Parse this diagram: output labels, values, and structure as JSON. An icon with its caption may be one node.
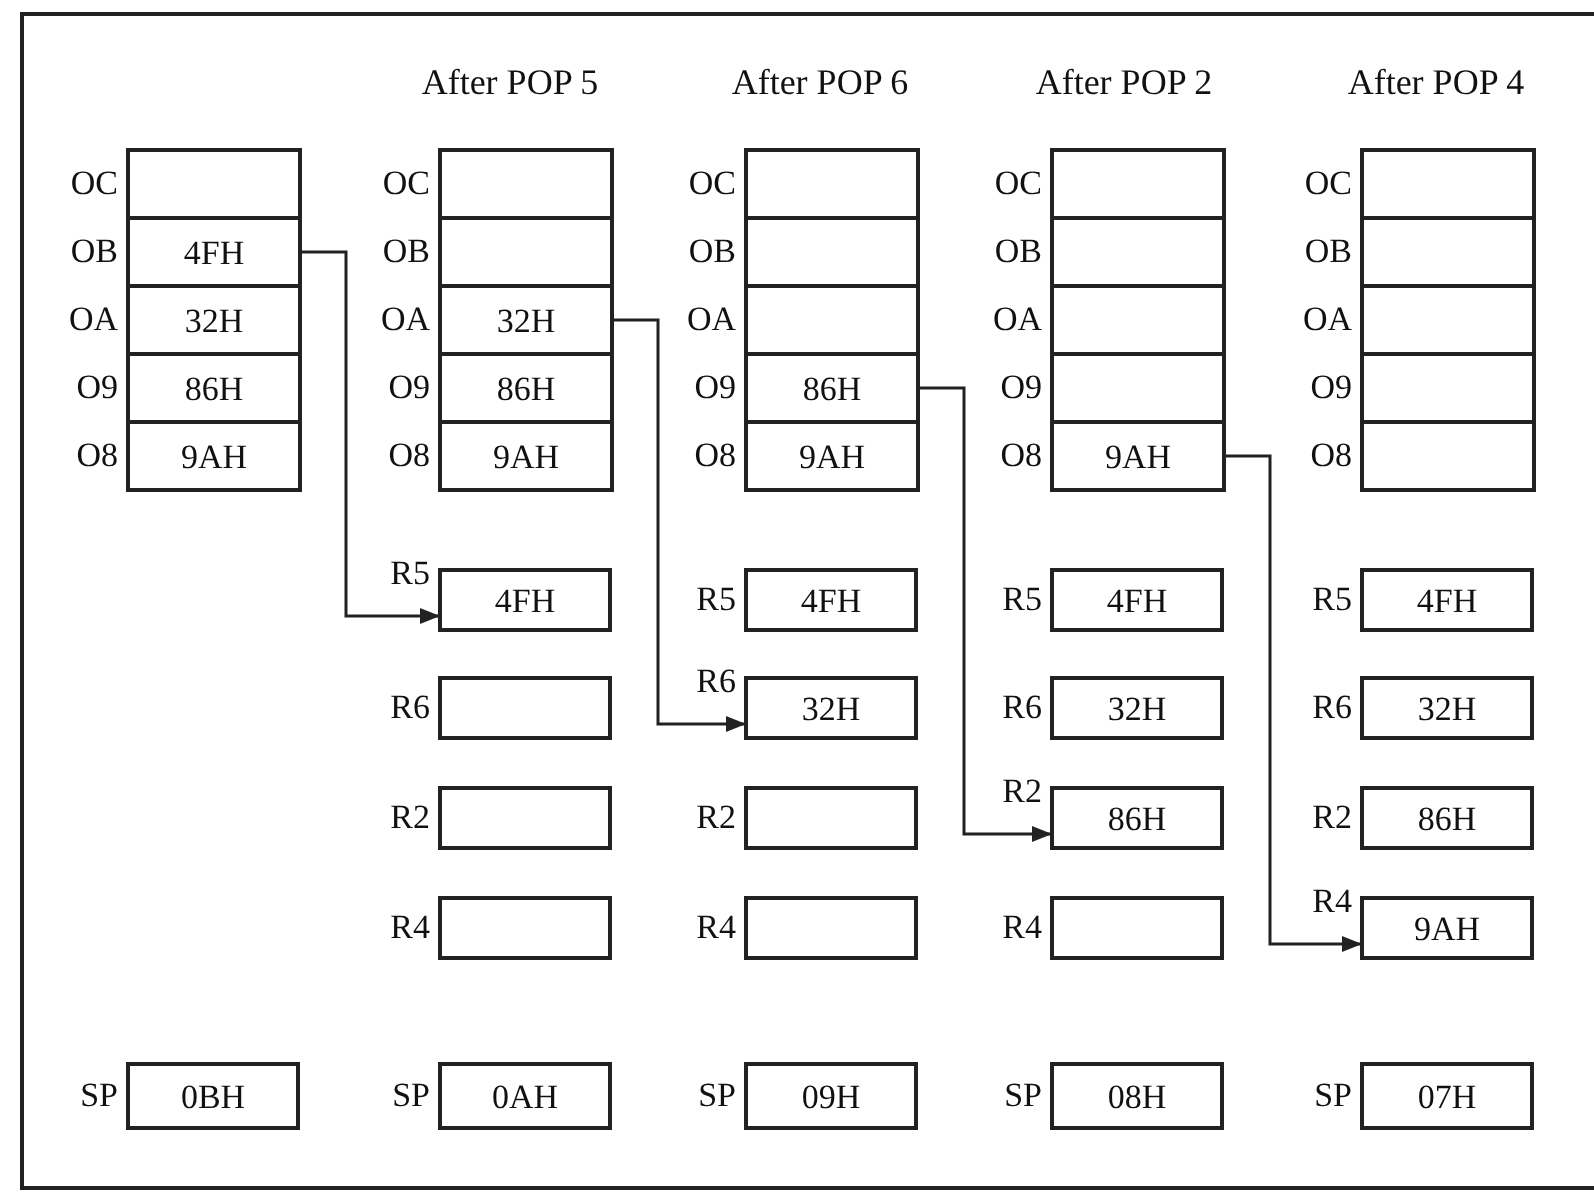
{
  "diagram": {
    "nodes": [
      {
        "text": [],
        "shape": "box",
        "beside": [
          "OC"
        ]
      },
      {
        "text": [
          "4FH"
        ],
        "beside": [
          "OB"
        ]
      },
      {
        "text": [
          "32H"
        ],
        "beside": [
          "OA"
        ]
      },
      {
        "text": [
          "86H"
        ],
        "beside": [
          "O9"
        ]
      },
      {
        "text": [
          "9AH"
        ],
        "beside": [
          "O8"
        ]
      },
      {
        "text": [
          "0BH"
        ],
        "beside": [
          "SP"
        ]
      },
      {
        "text": [],
        "shape": "box",
        "beside": [
          "OC"
        ]
      },
      {
        "text": [],
        "shape": "box",
        "beside": [
          "OB"
        ]
      },
      {
        "text": [
          "32H"
        ],
        "beside": [
          "OA"
        ]
      },
      {
        "text": [
          "86H"
        ],
        "beside": [
          "O9"
        ]
      },
      {
        "text": [
          "9AH"
        ],
        "beside": [
          "O8"
        ]
      },
      {
        "text": [
          "4FH"
        ],
        "beside": [
          "R5"
        ]
      },
      {
        "text": [],
        "shape": "box",
        "beside": [
          "R6"
        ]
      },
      {
        "text": [],
        "shape": "box",
        "beside": [
          "R2"
        ]
      },
      {
        "text": [],
        "shape": "box",
        "beside": [
          "R4"
        ]
      },
      {
        "text": [
          "0AH"
        ],
        "beside": [
          "SP"
        ]
      },
      {
        "text": [],
        "shape": "box",
        "beside": [
          "OC"
        ]
      },
      {
        "text": [],
        "shape": "box",
        "beside": [
          "OB"
        ]
      },
      {
        "text": [],
        "shape": "box",
        "beside": [
          "OA"
        ]
      },
      {
        "text": [
          "86H"
        ],
        "beside": [
          "O9"
        ]
      },
      {
        "text": [
          "9AH"
        ],
        "beside": [
          "O8"
        ]
      },
      {
        "text": [
          "4FH"
        ],
        "beside": [
          "R5"
        ]
      },
      {
        "text": [
          "32H"
        ],
        "beside": [
          "R6"
        ]
      },
      {
        "text": [],
        "shape": "box",
        "beside": [
          "R2"
        ]
      },
      {
        "text": [],
        "shape": "box",
        "beside": [
          "R4"
        ]
      },
      {
        "text": [
          "09H"
        ],
        "beside": [
          "SP"
        ]
      },
      {
        "text": [],
        "shape": "box",
        "beside": [
          "OC"
        ]
      },
      {
        "text": [],
        "shape": "box",
        "beside": [
          "OB"
        ]
      },
      {
        "text": [],
        "shape": "box",
        "beside": [
          "OA"
        ]
      },
      {
        "text": [],
        "shape": "box",
        "beside": [
          "O9"
        ]
      },
      {
        "text": [
          "9AH"
        ],
        "beside": [
          "O8"
        ]
      },
      {
        "text": [
          "4FH"
        ],
        "beside": [
          "R5"
        ]
      },
      {
        "text": [
          "32H"
        ],
        "beside": [
          "R6"
        ]
      },
      {
        "text": [
          "86H"
        ],
        "beside": [
          "R2"
        ]
      },
      {
        "text": [],
        "shape": "box",
        "beside": [
          "R4"
        ]
      },
      {
        "text": [
          "08H"
        ],
        "beside": [
          "SP"
        ]
      },
      {
        "text": [],
        "shape": "box",
        "beside": [
          "OC"
        ]
      },
      {
        "text": [],
        "shape": "box",
        "beside": [
          "OB"
        ]
      },
      {
        "text": [],
        "shape": "box",
        "beside": [
          "OA"
        ]
      },
      {
        "text": [],
        "shape": "box",
        "beside": [
          "O9"
        ]
      },
      {
        "text": [],
        "shape": "box",
        "beside": [
          "O8"
        ]
      },
      {
        "text": [
          "4FH"
        ],
        "beside": [
          "R5"
        ]
      },
      {
        "text": [
          "32H"
        ],
        "beside": [
          "R6"
        ]
      },
      {
        "text": [
          "86H"
        ],
        "beside": [
          "R2"
        ]
      },
      {
        "text": [
          "9AH"
        ],
        "beside": [
          "R4"
        ]
      },
      {
        "text": [
          "07H"
        ],
        "beside": [
          "SP"
        ]
      }
    ],
    "edges": [
      {
        "from": 1,
        "to": 11,
        "arrow": "to"
      },
      {
        "from": 8,
        "to": 22,
        "arrow": "to"
      },
      {
        "from": 19,
        "to": 33,
        "arrow": "to"
      },
      {
        "from": 30,
        "to": 44,
        "arrow": "to"
      }
    ],
    "labels": [
      "After POP 5",
      "After POP 6",
      "After POP 2",
      "After POP 4"
    ]
  }
}
